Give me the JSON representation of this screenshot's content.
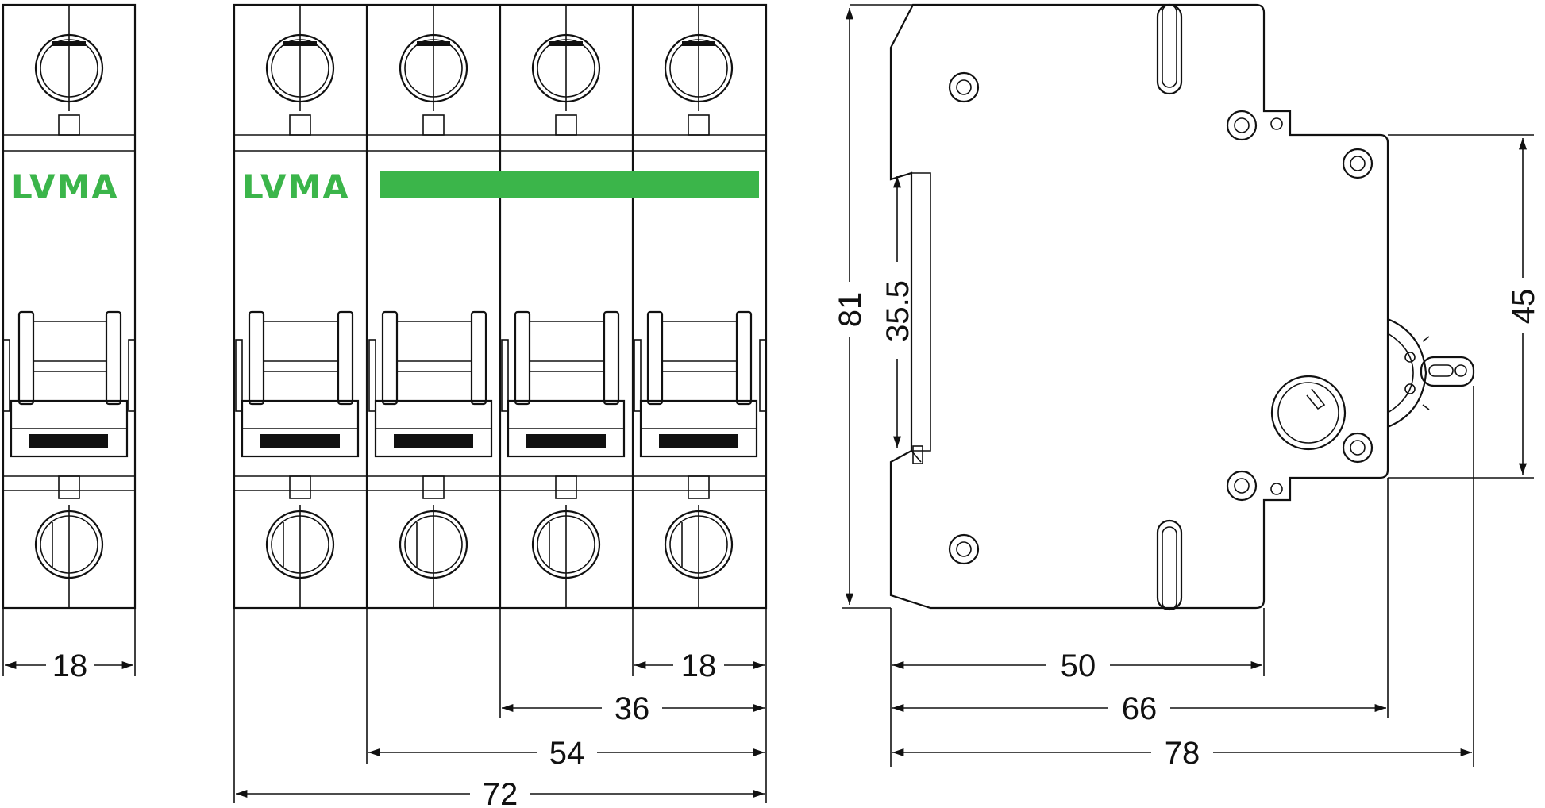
{
  "brand": {
    "text": "LVMA",
    "color": "#3bb54a"
  },
  "colors": {
    "line": "#111111",
    "accent": "#3bb54a",
    "background": "#ffffff"
  },
  "front_view_single": {
    "width_label": "18"
  },
  "front_view_multi": {
    "width_labels": {
      "one_pole": "18",
      "two_pole": "36",
      "three_pole": "54",
      "four_pole": "72"
    }
  },
  "side_view": {
    "height_label": "81",
    "rail_label": "35.5",
    "face_label": "45",
    "depth_labels": {
      "body": "50",
      "front": "66",
      "overall": "78"
    }
  }
}
